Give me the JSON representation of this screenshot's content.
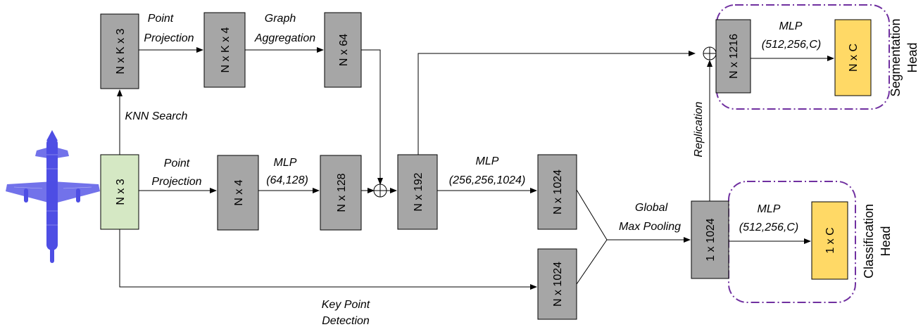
{
  "nodes": {
    "input": "N x 3",
    "nk3": "N x K x 3",
    "nk4": "N x K x 4",
    "n64": "N x 64",
    "n4": "N x 4",
    "n128": "N x 128",
    "n192": "N x 192",
    "n1024_top": "N x 1024",
    "n1024_bottom": "N x 1024",
    "global": "1 x 1024",
    "n1216": "N x 1216",
    "seg_out": "N x C",
    "cls_out": "1 x C"
  },
  "labels": {
    "knn": "KNN Search",
    "pp_top_1": "Point",
    "pp_top_2": "Projection",
    "ga_1": "Graph",
    "ga_2": "Aggregation",
    "pp_mid_1": "Point",
    "pp_mid_2": "Projection",
    "mlp1_1": "MLP",
    "mlp1_2": "(64,128)",
    "mlp2_1": "MLP",
    "mlp2_2": "(256,256,1024)",
    "gmp_1": "Global",
    "gmp_2": "Max Pooling",
    "kpd_1": "Key Point",
    "kpd_2": "Detection",
    "replication": "Replication",
    "mlp_seg_1": "MLP",
    "mlp_seg_2": "(512,256,C)",
    "mlp_cls_1": "MLP",
    "mlp_cls_2": "(512,256,C)"
  },
  "heads": {
    "seg_1": "Segmentation",
    "seg_2": "Head",
    "cls_1": "Classification",
    "cls_2": "Head"
  },
  "colors": {
    "grey_box": "#a6a6a6",
    "input_box": "#d5e8c4",
    "output_box": "#ffd966",
    "head_border": "#7030a0",
    "point_cloud": "#3030e0"
  }
}
